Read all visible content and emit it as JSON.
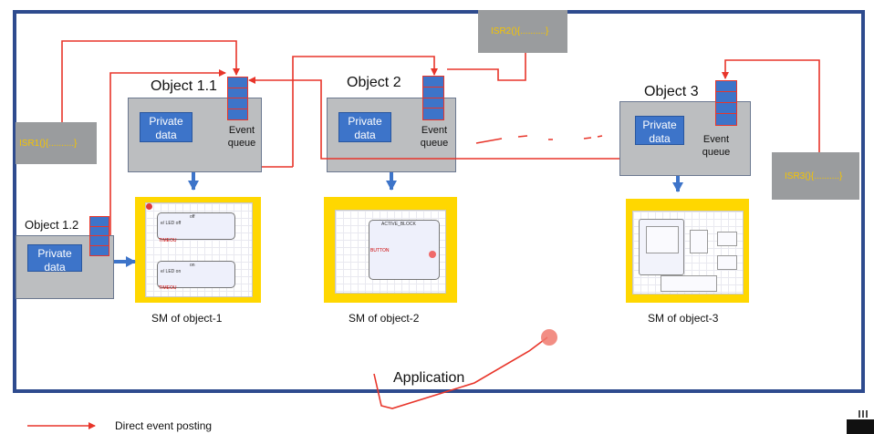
{
  "objects": {
    "obj11": {
      "label": "Object 1.1",
      "private": "Private\ndata",
      "queue": "Event\nqueue"
    },
    "obj12": {
      "label": "Object 1.2",
      "private": "Private\ndata"
    },
    "obj2": {
      "label": "Object 2",
      "private": "Private\ndata",
      "queue": "Event\nqueue"
    },
    "obj3": {
      "label": "Object 3",
      "private": "Private\ndata",
      "queue": "Event\nqueue"
    }
  },
  "isr": {
    "isr1": "ISR1(){..........}",
    "isr2": "ISR2(){..........}",
    "isr3": "ISR3(){..........}"
  },
  "state_machines": {
    "sm1": {
      "caption": "SM of object-1",
      "state_off": "off",
      "off_action": "e/ LED off",
      "off_event": "TIMEOU",
      "state_on": "on",
      "on_action": "e/ LED on",
      "on_event": "TIMEOU"
    },
    "sm2": {
      "caption": "SM of object-2",
      "state_name": "ACTIVE_BLOCK",
      "event": "BUTTON"
    },
    "sm3": {
      "caption": "SM of object-3"
    }
  },
  "app_label": "Application",
  "legend": {
    "direct_event_posting": "Direct event posting"
  },
  "colors": {
    "frame": "#2e4b8e",
    "arrow": "#e8352a",
    "flow_arrow": "#3d74c9",
    "isr_text": "#f5c400",
    "sm_background": "#ffd700"
  }
}
